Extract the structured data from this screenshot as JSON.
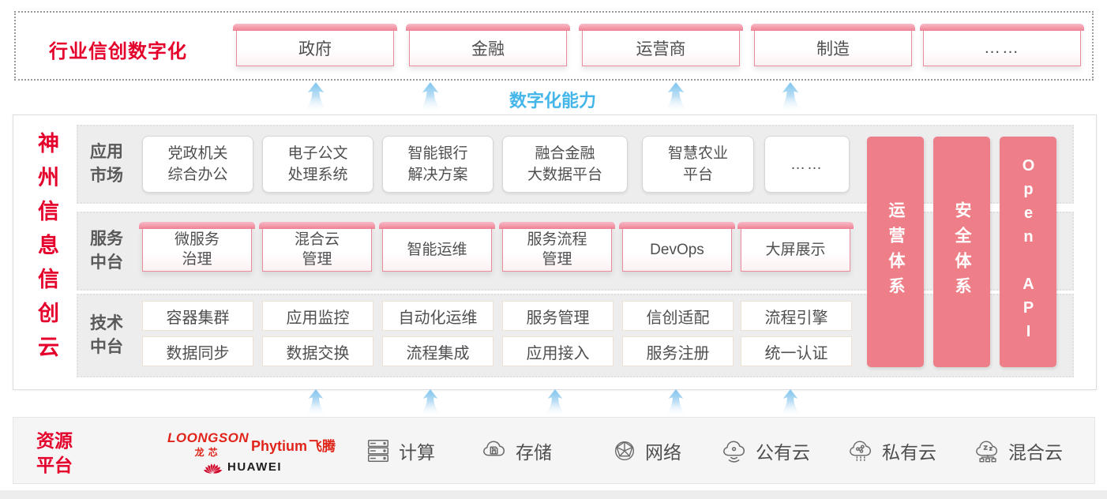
{
  "colors": {
    "accent_red": "#e4002b",
    "pillar_pink": "#ee7f88",
    "capability_blue": "#45b6ea"
  },
  "top_section": {
    "title": "行业信创数字化",
    "industries": [
      "政府",
      "金融",
      "运营商",
      "制造",
      "……"
    ]
  },
  "capability_label": "数字化能力",
  "main_section": {
    "vertical_title": "神州信息信创云",
    "app_row": {
      "label": "应用\n市场",
      "items": [
        "党政机关\n综合办公",
        "电子公文\n处理系统",
        "智能银行\n解决方案",
        "融合金融\n大数据平台",
        "智慧农业\n平台",
        "……"
      ]
    },
    "service_row": {
      "label": "服务\n中台",
      "items": [
        "微服务\n治理",
        "混合云\n管理",
        "智能运维",
        "服务流程\n管理",
        "DevOps",
        "大屏展示"
      ]
    },
    "tech_row": {
      "label": "技术\n中台",
      "items_top": [
        "容器集群",
        "应用监控",
        "自动化运维",
        "服务管理",
        "信创适配",
        "流程引擎"
      ],
      "items_bottom": [
        "数据同步",
        "数据交换",
        "流程集成",
        "应用接入",
        "服务注册",
        "统一认证"
      ]
    },
    "pillars": [
      "运营体系",
      "安全体系",
      "Open API"
    ]
  },
  "bottom_section": {
    "label": "资源\n平台",
    "vendors": {
      "loongson": "LOONGSON",
      "loongson_cn": "龙芯",
      "phytium": "Phytium",
      "phytium_cn": "飞腾",
      "huawei": "HUAWEI"
    },
    "resources": [
      {
        "icon": "server-icon",
        "label": "计算"
      },
      {
        "icon": "storage-cloud-icon",
        "label": "存储"
      },
      {
        "icon": "network-globe-icon",
        "label": "网络"
      },
      {
        "icon": "public-cloud-icon",
        "label": "公有云"
      },
      {
        "icon": "private-cloud-icon",
        "label": "私有云"
      },
      {
        "icon": "hybrid-cloud-icon",
        "label": "混合云"
      }
    ]
  }
}
